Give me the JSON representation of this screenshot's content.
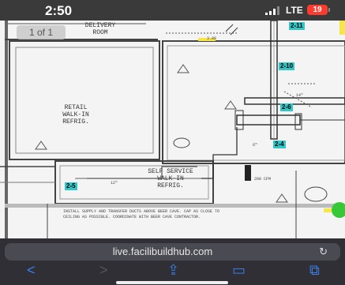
{
  "status_bar": {
    "time": "2:50",
    "network": "LTE",
    "battery": "19"
  },
  "document": {
    "page_indicator": "1 of 1",
    "rooms": [
      {
        "line1": "DELIVERY",
        "line2": "ROOM"
      },
      {
        "line1": "RETAIL",
        "line2": "WALK-IN",
        "line3": "REFRIG."
      },
      {
        "line1": "SELF SERVICE",
        "line2": "WALK-IN",
        "line3": "REFRIG."
      }
    ],
    "tags": [
      "2-11",
      "2-10",
      "2-6",
      "2-4",
      "2-5"
    ],
    "notes": [
      "200 CFM",
      "3.08",
      "14\"",
      "6\"",
      "12\"",
      "INSTALL SUPPLY AND TRANSFER DUCTS ABOVE BEER CAVE. CAP AS CLOSE TO",
      "CEILING AS POSSIBLE. COORDINATE WITH BEER CAVE CONTRACTOR."
    ]
  },
  "browser": {
    "url": "live.facilibuildhub.com",
    "icons": [
      "reload-icon",
      "back-icon",
      "forward-icon",
      "share-icon",
      "bookmarks-icon",
      "tabs-icon"
    ]
  }
}
